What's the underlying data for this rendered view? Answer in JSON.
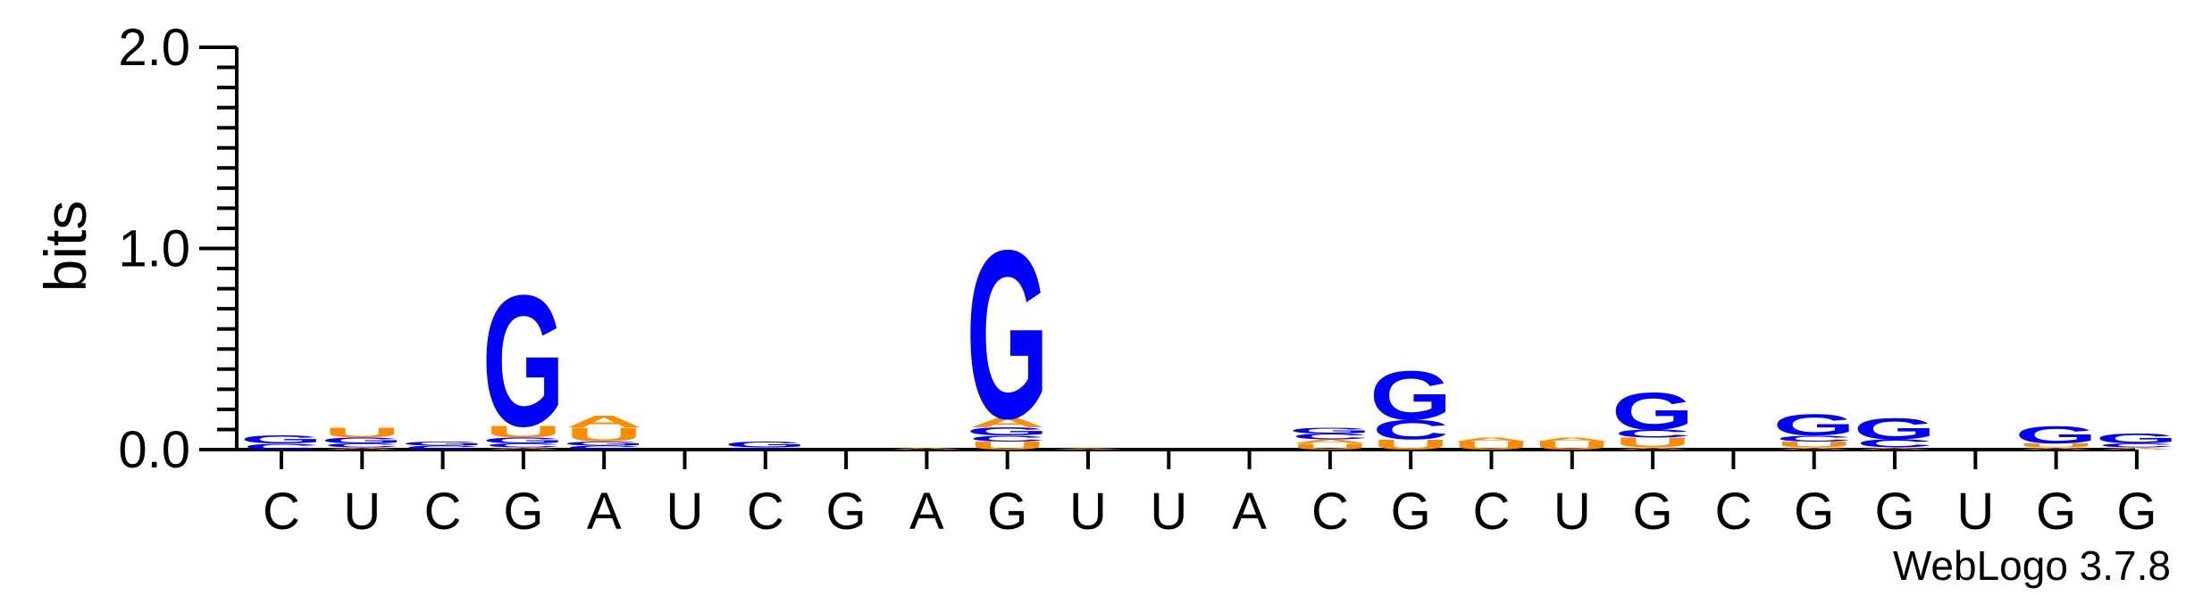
{
  "chart_data": {
    "type": "sequence_logo",
    "ylabel": "bits",
    "ylim": [
      0,
      2.0
    ],
    "yticks": [
      "0.0",
      "1.0",
      "2.0"
    ],
    "x_labels": [
      "C",
      "U",
      "C",
      "G",
      "A",
      "U",
      "C",
      "G",
      "A",
      "G",
      "U",
      "U",
      "A",
      "C",
      "G",
      "C",
      "U",
      "G",
      "C",
      "G",
      "G",
      "U",
      "G",
      "G"
    ],
    "colors": {
      "G": "#0000ff",
      "C": "#0000ff",
      "A": "#ff8c00",
      "U": "#ff8c00"
    },
    "positions": [
      {
        "stack": [
          {
            "letter": "C",
            "bits": 0.03
          },
          {
            "letter": "G",
            "bits": 0.04
          }
        ]
      },
      {
        "stack": [
          {
            "letter": "A",
            "bits": 0.01
          },
          {
            "letter": "C",
            "bits": 0.02
          },
          {
            "letter": "G",
            "bits": 0.03
          },
          {
            "letter": "U",
            "bits": 0.05
          }
        ]
      },
      {
        "stack": [
          {
            "letter": "C",
            "bits": 0.02
          },
          {
            "letter": "G",
            "bits": 0.02
          }
        ]
      },
      {
        "stack": [
          {
            "letter": "A",
            "bits": 0.01
          },
          {
            "letter": "C",
            "bits": 0.02
          },
          {
            "letter": "G",
            "bits": 0.03
          },
          {
            "letter": "U",
            "bits": 0.06
          },
          {
            "letter": "G",
            "bits": 0.67
          }
        ]
      },
      {
        "stack": [
          {
            "letter": "C",
            "bits": 0.02
          },
          {
            "letter": "G",
            "bits": 0.02
          },
          {
            "letter": "U",
            "bits": 0.07
          },
          {
            "letter": "A",
            "bits": 0.06
          }
        ]
      },
      {
        "stack": []
      },
      {
        "stack": [
          {
            "letter": "C",
            "bits": 0.01
          },
          {
            "letter": "G",
            "bits": 0.03
          }
        ]
      },
      {
        "stack": []
      },
      {
        "stack": [
          {
            "letter": "A",
            "bits": 0.01
          }
        ]
      },
      {
        "stack": [
          {
            "letter": "U",
            "bits": 0.04
          },
          {
            "letter": "C",
            "bits": 0.03
          },
          {
            "letter": "G",
            "bits": 0.04
          },
          {
            "letter": "A",
            "bits": 0.05
          },
          {
            "letter": "G",
            "bits": 0.86
          }
        ]
      },
      {
        "stack": [
          {
            "letter": "A",
            "bits": 0.005
          }
        ]
      },
      {
        "stack": []
      },
      {
        "stack": []
      },
      {
        "stack": [
          {
            "letter": "U",
            "bits": 0.03
          },
          {
            "letter": "A",
            "bits": 0.02
          },
          {
            "letter": "C",
            "bits": 0.03
          },
          {
            "letter": "G",
            "bits": 0.03
          }
        ]
      },
      {
        "stack": [
          {
            "letter": "U",
            "bits": 0.05
          },
          {
            "letter": "C",
            "bits": 0.1
          },
          {
            "letter": "G",
            "bits": 0.25
          }
        ]
      },
      {
        "stack": [
          {
            "letter": "U",
            "bits": 0.04
          },
          {
            "letter": "A",
            "bits": 0.02
          }
        ]
      },
      {
        "stack": [
          {
            "letter": "U",
            "bits": 0.04
          },
          {
            "letter": "A",
            "bits": 0.02
          }
        ]
      },
      {
        "stack": [
          {
            "letter": "A",
            "bits": 0.01
          },
          {
            "letter": "U",
            "bits": 0.05
          },
          {
            "letter": "C",
            "bits": 0.04
          },
          {
            "letter": "G",
            "bits": 0.19
          }
        ]
      },
      {
        "stack": []
      },
      {
        "stack": [
          {
            "letter": "A",
            "bits": 0.01
          },
          {
            "letter": "U",
            "bits": 0.03
          },
          {
            "letter": "C",
            "bits": 0.03
          },
          {
            "letter": "G",
            "bits": 0.11
          }
        ]
      },
      {
        "stack": [
          {
            "letter": "A",
            "bits": 0.01
          },
          {
            "letter": "C",
            "bits": 0.04
          },
          {
            "letter": "G",
            "bits": 0.11
          }
        ]
      },
      {
        "stack": []
      },
      {
        "stack": [
          {
            "letter": "A",
            "bits": 0.01
          },
          {
            "letter": "U",
            "bits": 0.02
          },
          {
            "letter": "G",
            "bits": 0.09
          }
        ]
      },
      {
        "stack": [
          {
            "letter": "A",
            "bits": 0.01
          },
          {
            "letter": "C",
            "bits": 0.02
          },
          {
            "letter": "G",
            "bits": 0.05
          }
        ]
      }
    ]
  },
  "credit": "WebLogo 3.7.8"
}
